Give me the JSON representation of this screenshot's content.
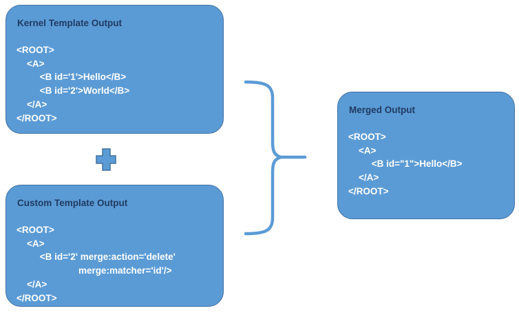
{
  "boxes": {
    "kernel": {
      "title": "Kernel Template Output",
      "code_lines": [
        "<ROOT>",
        "    <A>",
        "         <B id='1'>Hello</B>",
        "         <B id='2'>World</B>",
        "    </A>",
        "</ROOT>"
      ]
    },
    "custom": {
      "title": "Custom Template Output",
      "code_lines": [
        "<ROOT>",
        "    <A>",
        "         <B id='2' merge:action='delete'",
        "                        merge:matcher='id'/>",
        "    </A>",
        "</ROOT>"
      ]
    },
    "merged": {
      "title": "Merged Output",
      "code_lines": [
        "<ROOT>",
        "    <A>",
        "         <B id=\"1\">Hello</B>",
        "    </A>",
        "</ROOT>"
      ]
    }
  },
  "icons": {
    "plus": "plus-icon",
    "brace": "right-curly-brace-icon"
  },
  "colors": {
    "box_fill": "#5b9bd5",
    "box_border": "#3e6fa3",
    "title_text": "#1f3b63",
    "code_text": "#ffffff",
    "connector": "#5b9bd5",
    "plus_border": "#41719c",
    "background": "#ffffff"
  }
}
